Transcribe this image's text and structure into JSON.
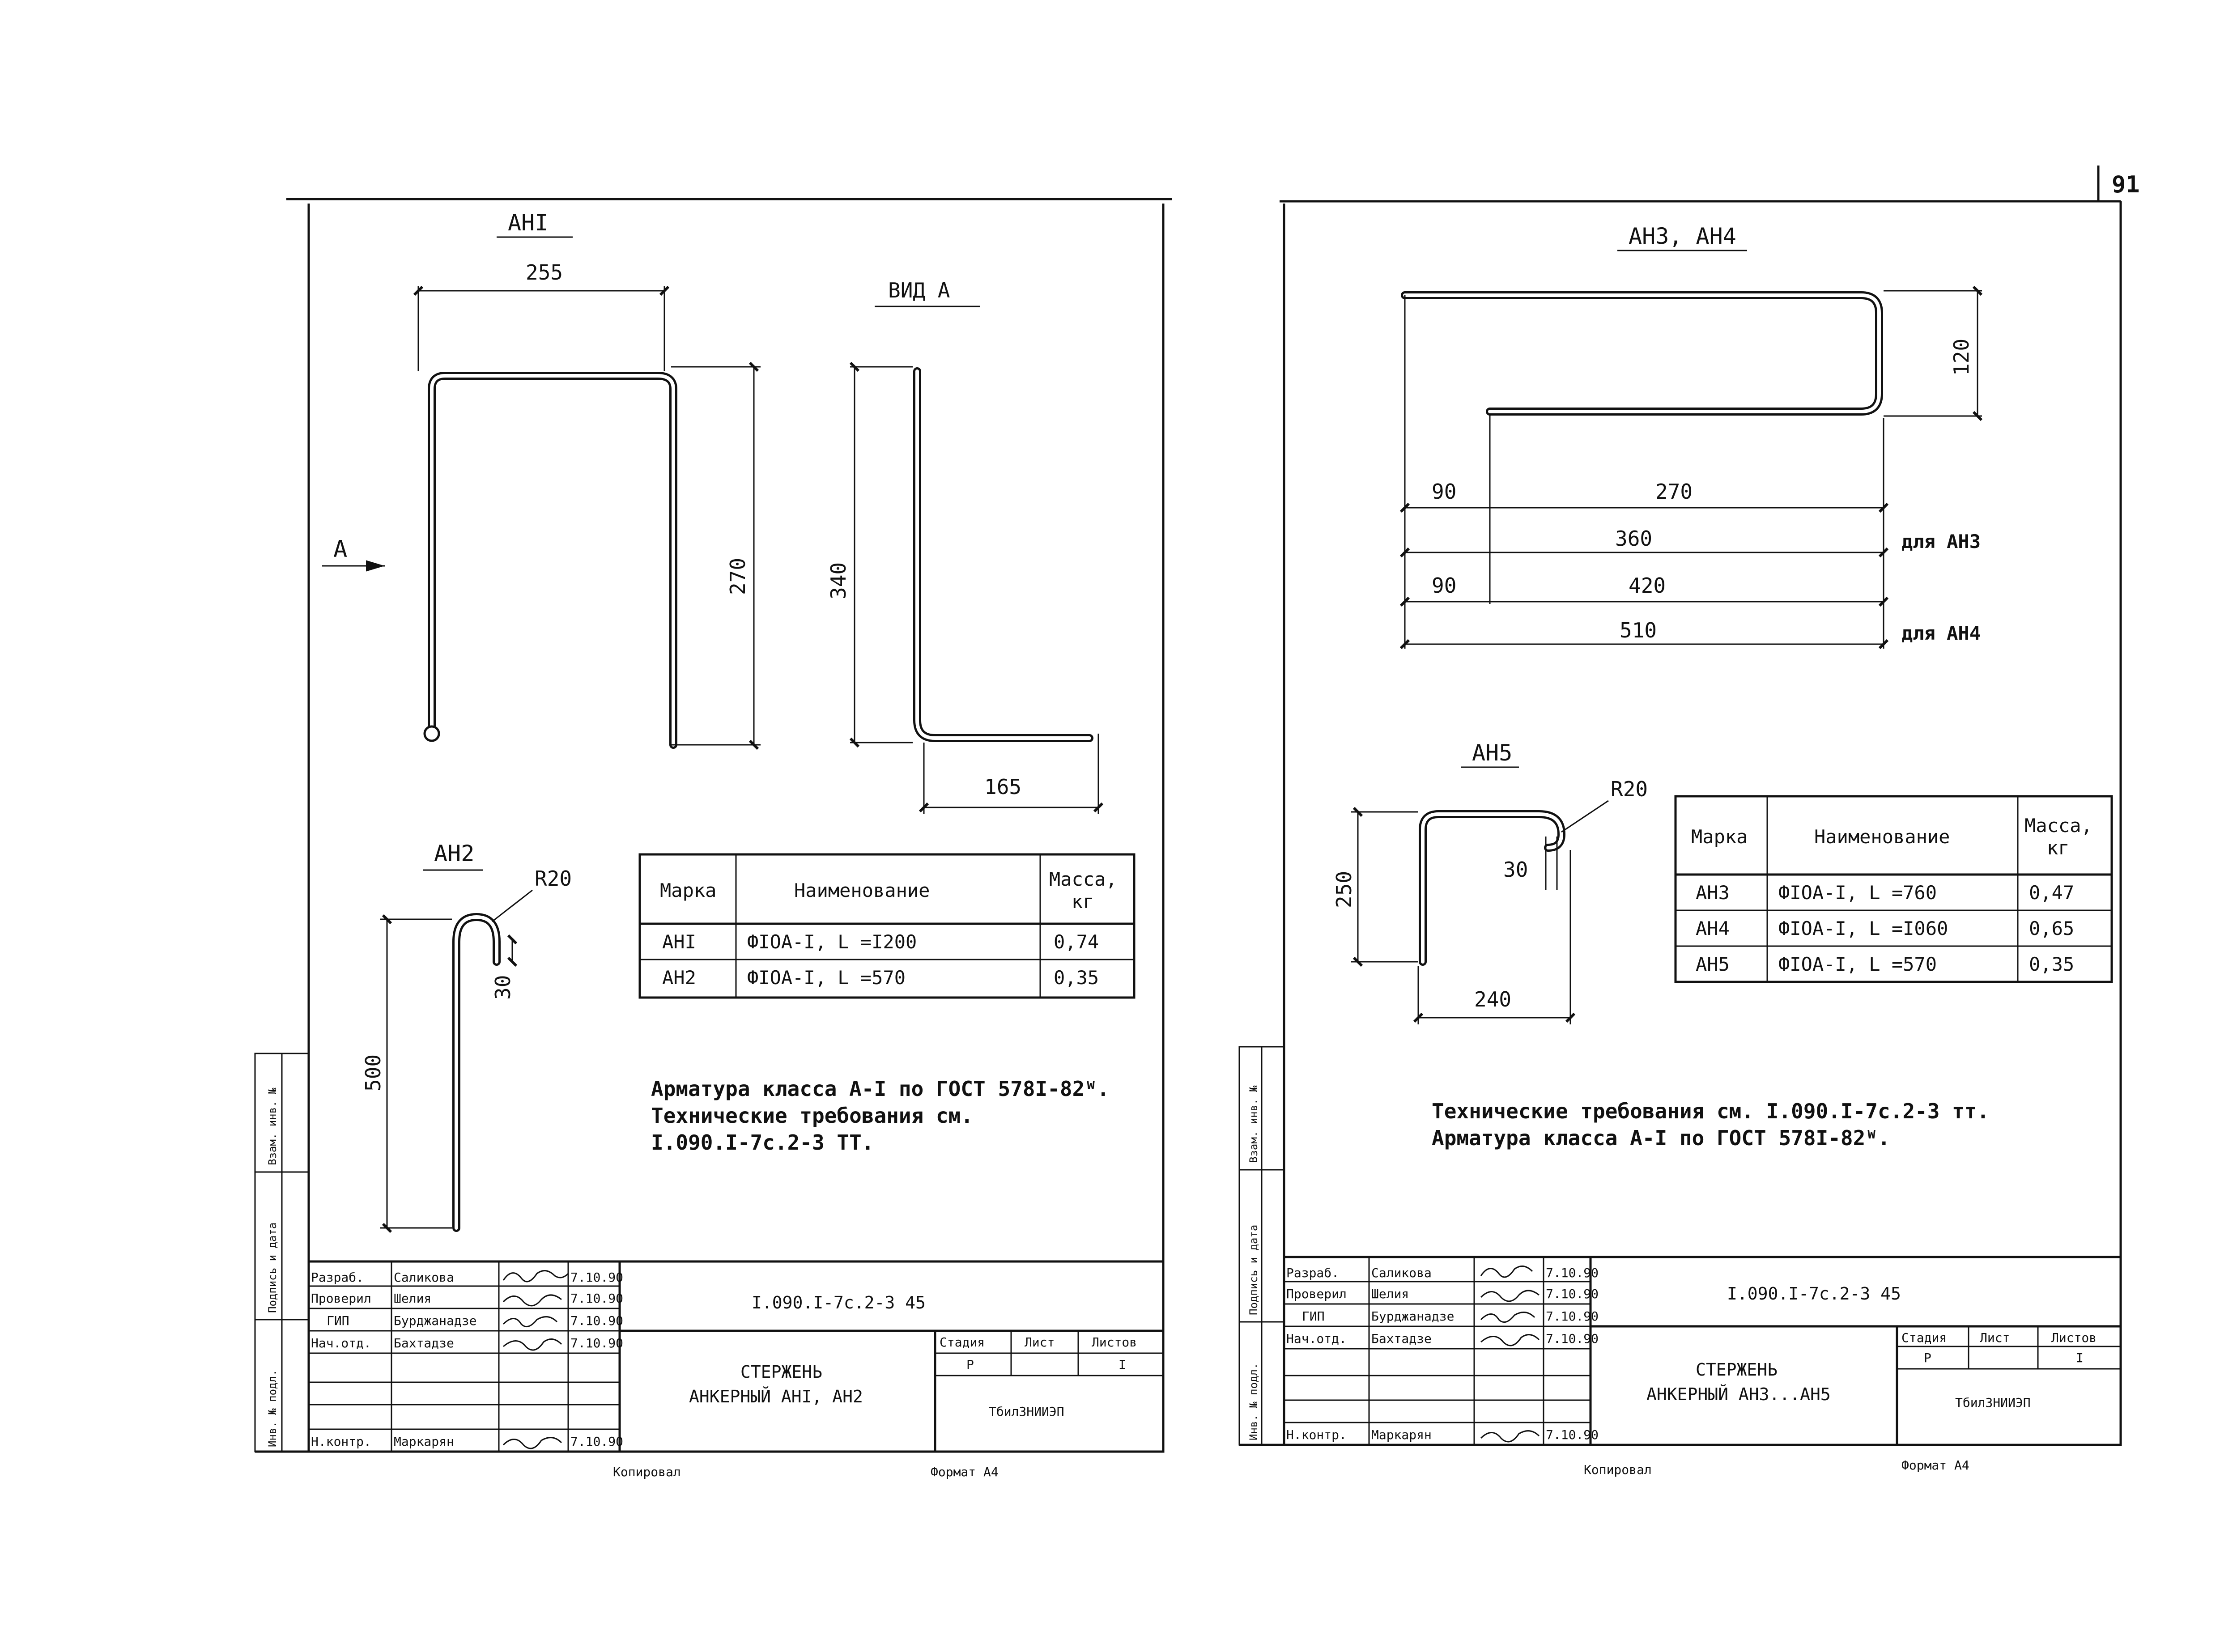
{
  "page_number": "91",
  "sheet_left": {
    "rod_an1": {
      "title": "АНI",
      "view_label": "ВИД А",
      "arrow_label": "А",
      "dim_width": "255",
      "dim_height": "270",
      "dim_view_height": "340",
      "dim_view_base": "165"
    },
    "rod_an2": {
      "title": "АН2",
      "radius": "R20",
      "dim_hook": "30",
      "dim_height": "500"
    },
    "spec_table": {
      "headers": [
        "Марка",
        "Наименование",
        "Масса,\nкг"
      ],
      "header_mass_1": "Масса,",
      "header_mass_2": "кг",
      "rows": [
        {
          "mark": "АНI",
          "name": "ФIOA-I, L =I200",
          "mass": "0,74"
        },
        {
          "mark": "АН2",
          "name": "ФIOA-I, L =570",
          "mass": "0,35"
        }
      ]
    },
    "notes": [
      "Арматура класса А-I по ГОСТ 578I-82ᵂ.",
      "Технические требования см.",
      "I.090.I-7с.2-3 ТТ."
    ],
    "title_block": {
      "doc_code": "I.090.I-7с.2-3 45",
      "title_line1": "СТЕРЖЕНЬ",
      "title_line2": "АНКЕРНЫЙ АНI, АН2",
      "org": "ТбилЗНИИЭП",
      "stage_label": "Стадия",
      "sheet_label": "Лист",
      "sheets_label": "Листов",
      "stage_value": "Р",
      "sheets_value": "I",
      "signatures": [
        {
          "role": "Разраб.",
          "name": "Саликова",
          "date": "7.10.90"
        },
        {
          "role": "Проверил",
          "name": "Шелия",
          "date": "7.10.90"
        },
        {
          "role": "ГИП",
          "name": "Бурджанадзе",
          "date": "7.10.90"
        },
        {
          "role": "Нач.отд.",
          "name": "Бахтадзе",
          "date": "7.10.90"
        },
        {
          "role": "",
          "name": "",
          "date": ""
        },
        {
          "role": "",
          "name": "",
          "date": ""
        },
        {
          "role": "Н.контр.",
          "name": "Маркарян",
          "date": "7.10.90"
        }
      ],
      "side_stamps": [
        "Инв. № подл.",
        "Подпись и дата",
        "Взам. инв. №"
      ]
    },
    "footer": {
      "copied": "Копировал",
      "format": "Формат А4"
    }
  },
  "sheet_right": {
    "rod_an34": {
      "title": "АН3, АН4",
      "dim_height": "120",
      "dim_a": "90",
      "dim_b": "270",
      "dim_total_an3": "360",
      "label_an3": "для АН3",
      "dim_c": "90",
      "dim_d": "420",
      "dim_total_an4": "510",
      "label_an4": "для АН4"
    },
    "rod_an5": {
      "title": "АН5",
      "radius": "R20",
      "dim_hook": "30",
      "dim_height": "250",
      "dim_width": "240"
    },
    "spec_table": {
      "header_mark": "Марка",
      "header_name": "Наименование",
      "header_mass_1": "Масса,",
      "header_mass_2": "кг",
      "rows": [
        {
          "mark": "АН3",
          "name": "ФIOA-I, L =760",
          "mass": "0,47"
        },
        {
          "mark": "АН4",
          "name": "ФIOA-I, L =I060",
          "mass": "0,65"
        },
        {
          "mark": "АН5",
          "name": "ФIOA-I, L =570",
          "mass": "0,35"
        }
      ]
    },
    "notes": [
      "Технические требования см. I.090.I-7с.2-3 тт.",
      "Арматура класса А-I по ГОСТ 578I-82ᵂ."
    ],
    "title_block": {
      "doc_code": "I.090.I-7с.2-3 45",
      "title_line1": "СТЕРЖЕНЬ",
      "title_line2": "АНКЕРНЫЙ АН3...АН5",
      "org": "ТбилЗНИИЭП",
      "stage_label": "Стадия",
      "sheet_label": "Лист",
      "sheets_label": "Листов",
      "stage_value": "Р",
      "sheets_value": "I",
      "signatures": [
        {
          "role": "Разраб.",
          "name": "Саликова",
          "date": "7.10.90"
        },
        {
          "role": "Проверил",
          "name": "Шелия",
          "date": "7.10.90"
        },
        {
          "role": "ГИП",
          "name": "Бурджанадзе",
          "date": "7.10.90"
        },
        {
          "role": "Нач.отд.",
          "name": "Бахтадзе",
          "date": "7.10.90"
        },
        {
          "role": "",
          "name": "",
          "date": ""
        },
        {
          "role": "",
          "name": "",
          "date": ""
        },
        {
          "role": "Н.контр.",
          "name": "Маркарян",
          "date": "7.10.90"
        }
      ],
      "side_stamps": [
        "Инв. № подл.",
        "Подпись и дата",
        "Взам. инв. №"
      ]
    },
    "footer": {
      "copied": "Копировал",
      "format": "Формат А4"
    }
  }
}
